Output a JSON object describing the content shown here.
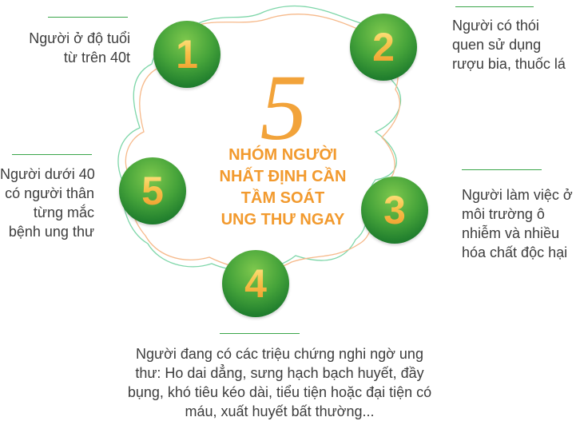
{
  "diagram": {
    "center_number": "5",
    "title_lines": [
      "NHÓM NGƯỜI",
      "NHẤT ĐỊNH CẦN",
      "TẦM SOÁT",
      "UNG THƯ NGAY"
    ],
    "items": [
      {
        "number": "1",
        "lines": [
          "Người ở độ tuổi",
          "từ trên 40t"
        ]
      },
      {
        "number": "2",
        "lines": [
          "Người có thói",
          "quen sử dụng",
          "rượu bia, thuốc lá"
        ]
      },
      {
        "number": "3",
        "lines": [
          "Người làm việc ở",
          "môi trường ô",
          "nhiễm và nhiều",
          "hóa chất độc hại"
        ]
      },
      {
        "number": "4",
        "lines": [
          "Người đang có các triệu chứng nghi ngờ ung",
          "thư: Ho dai dẳng, sưng hạch bạch huyết, đầy",
          "bụng, khó tiêu kéo dài, tiểu tiện hoặc đại tiện có",
          "máu, xuất huyết bất thường..."
        ]
      },
      {
        "number": "5",
        "lines": [
          "Người dưới 40",
          "có người thân",
          "từng mắc",
          "bệnh ung thư"
        ]
      }
    ],
    "colors": {
      "green": "#2f8f35",
      "orange": "#f29a2e",
      "text": "#3d3d3d",
      "wave_green": "#7dd6a8",
      "wave_orange": "#f6b98a"
    }
  }
}
